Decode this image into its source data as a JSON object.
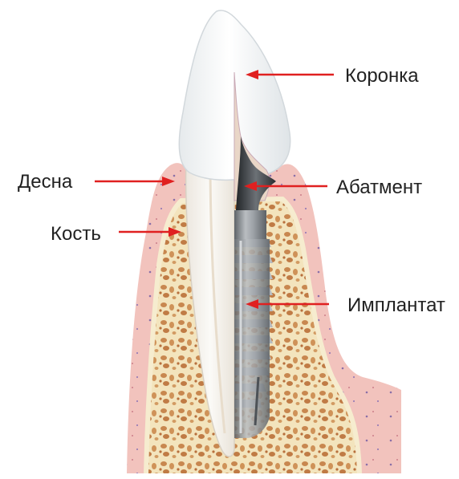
{
  "labels": {
    "crown": "Коронка",
    "gum": "Десна",
    "abutment": "Абатмент",
    "bone": "Кость",
    "implant": "Имплантат"
  },
  "colors": {
    "arrow": "#e02020",
    "gum": "#f2c1bb",
    "bone": "#f2e2b8",
    "spongy_bone": "#c8874f",
    "implant": "#8a8f94",
    "crown": "#f4f6f7"
  }
}
